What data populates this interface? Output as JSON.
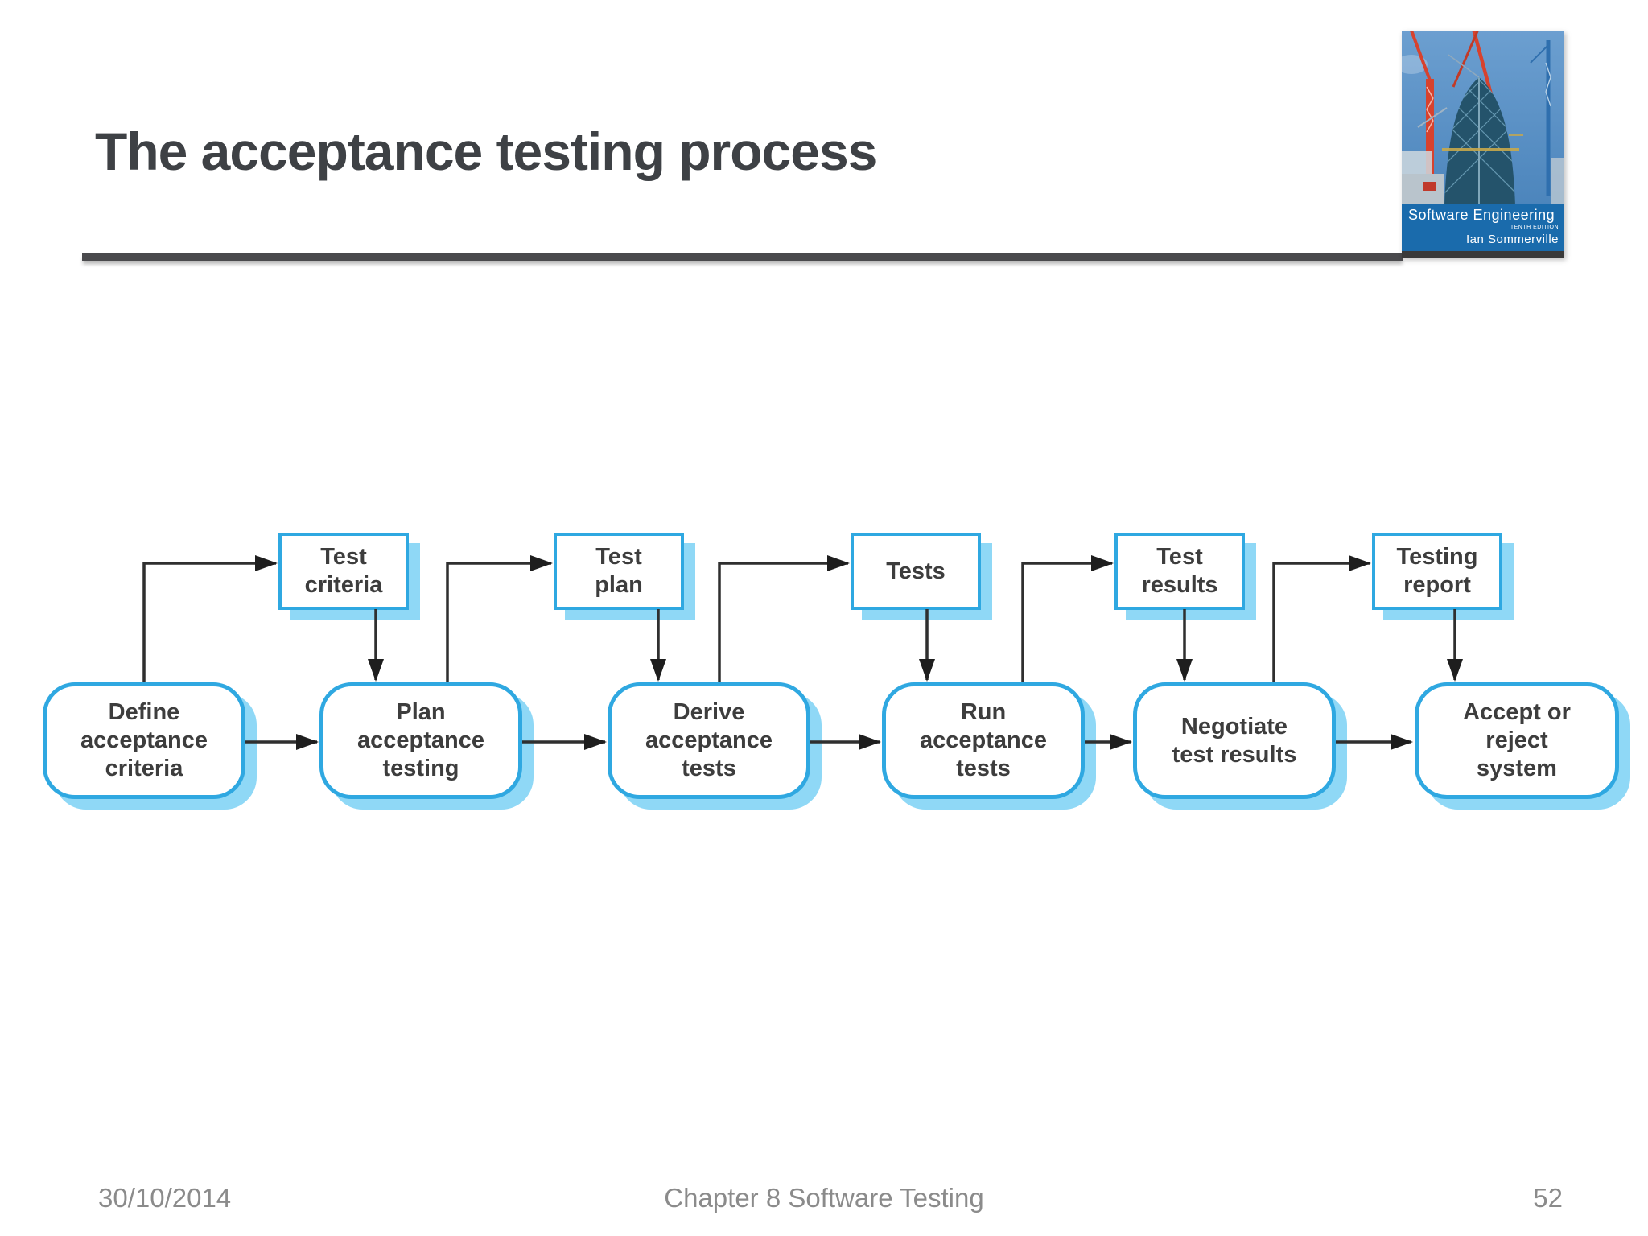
{
  "title": "The acceptance testing process",
  "book_cover": {
    "series_title": "Software Engineering",
    "edition": "TENTH EDITION",
    "author": "Ian Sommerville"
  },
  "diagram": {
    "processes": [
      {
        "id": "define-acceptance-criteria",
        "label": "Define acceptance criteria"
      },
      {
        "id": "plan-acceptance-testing",
        "label": "Plan acceptance testing"
      },
      {
        "id": "derive-acceptance-tests",
        "label": "Derive acceptance tests"
      },
      {
        "id": "run-acceptance-tests",
        "label": "Run acceptance tests"
      },
      {
        "id": "negotiate-test-results",
        "label": "Negotiate test results"
      },
      {
        "id": "accept-or-reject-system",
        "label": "Accept or reject system"
      }
    ],
    "artifacts": [
      {
        "id": "test-criteria",
        "label": "Test criteria"
      },
      {
        "id": "test-plan",
        "label": "Test plan"
      },
      {
        "id": "tests",
        "label": "Tests"
      },
      {
        "id": "test-results",
        "label": "Test results"
      },
      {
        "id": "testing-report",
        "label": "Testing report"
      }
    ],
    "colors": {
      "box_border": "#2FA8E1",
      "box_shadow": "#8FD8F6",
      "connector": "#2F2F2F",
      "box_text": "#3D3D3D",
      "title_text": "#3E4145",
      "footer_text": "#8B8B8B"
    }
  },
  "footer": {
    "date": "30/10/2014",
    "center": "Chapter 8 Software Testing",
    "page_number": "52"
  }
}
